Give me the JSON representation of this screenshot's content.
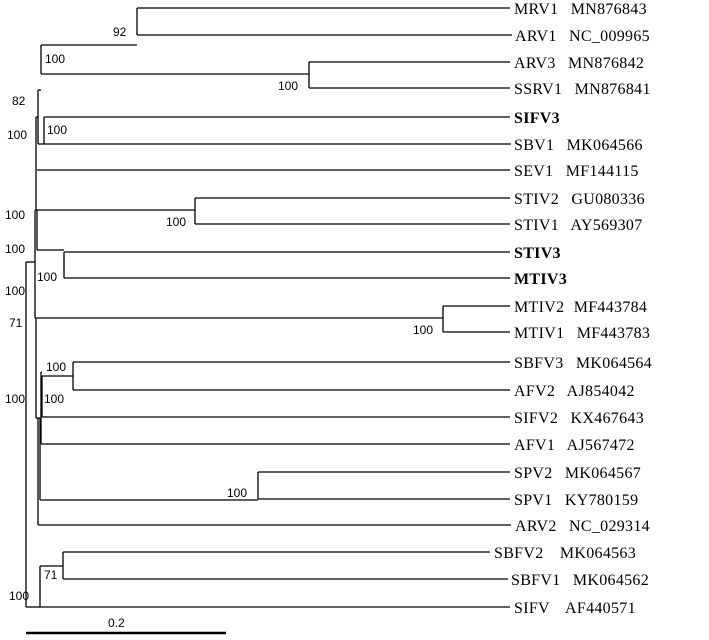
{
  "taxa": [
    {
      "name": "MRV1",
      "accession": "MN876843",
      "bold": false
    },
    {
      "name": "ARV1",
      "accession": "NC_009965",
      "bold": false
    },
    {
      "name": "ARV3",
      "accession": "MN876842",
      "bold": false
    },
    {
      "name": "SSRV1",
      "accession": "MN876841",
      "bold": false
    },
    {
      "name": "SIFV3",
      "accession": "",
      "bold": true
    },
    {
      "name": "SBV1",
      "accession": "MK064566",
      "bold": false
    },
    {
      "name": "SEV1",
      "accession": "MF144115",
      "bold": false
    },
    {
      "name": "STIV2",
      "accession": "GU080336",
      "bold": false
    },
    {
      "name": "STIV1",
      "accession": "AY569307",
      "bold": false
    },
    {
      "name": "STIV3",
      "accession": "",
      "bold": true
    },
    {
      "name": "MTIV3",
      "accession": "",
      "bold": true
    },
    {
      "name": "MTIV2",
      "accession": "MF443784",
      "bold": false
    },
    {
      "name": "MTIV1",
      "accession": "MF443783",
      "bold": false
    },
    {
      "name": "SBFV3",
      "accession": "MK064564",
      "bold": false
    },
    {
      "name": "AFV2",
      "accession": "AJ854042",
      "bold": false
    },
    {
      "name": "SIFV2",
      "accession": "KX467643",
      "bold": false
    },
    {
      "name": "AFV1",
      "accession": "AJ567472",
      "bold": false
    },
    {
      "name": "SPV2",
      "accession": "MK064567",
      "bold": false
    },
    {
      "name": "SPV1",
      "accession": "KY780159",
      "bold": false
    },
    {
      "name": "ARV2",
      "accession": "NC_029314",
      "bold": false
    },
    {
      "name": "SBFV2",
      "accession": "MK064563",
      "bold": false
    },
    {
      "name": "SBFV1",
      "accession": "MK064562",
      "bold": false
    },
    {
      "name": "SIFV",
      "accession": "AF440571",
      "bold": false
    }
  ],
  "bootstrap": {
    "mrv1_arv1": "92",
    "mrv_arv_group": "100",
    "arv3_ssrv1": "100",
    "group_a_outer": "82",
    "sifv3_sbv1_inner": "100",
    "sifv3_sbv1_outer": "100",
    "stiv2_stiv1": "100",
    "group_b_outer1": "100",
    "group_b_outer2": "100",
    "stiv3_mtiv3_inner": "100",
    "stiv3_mtiv3_outer": "100",
    "group_b_71": "71",
    "mtiv2_mtiv1": "100",
    "sbfv3_afv2": "100",
    "sifv2_inner": "100",
    "big_clade": "100",
    "spv2_spv1": "100",
    "sbfv_71": "71",
    "root": "100"
  },
  "scale": {
    "label": "0.2"
  }
}
